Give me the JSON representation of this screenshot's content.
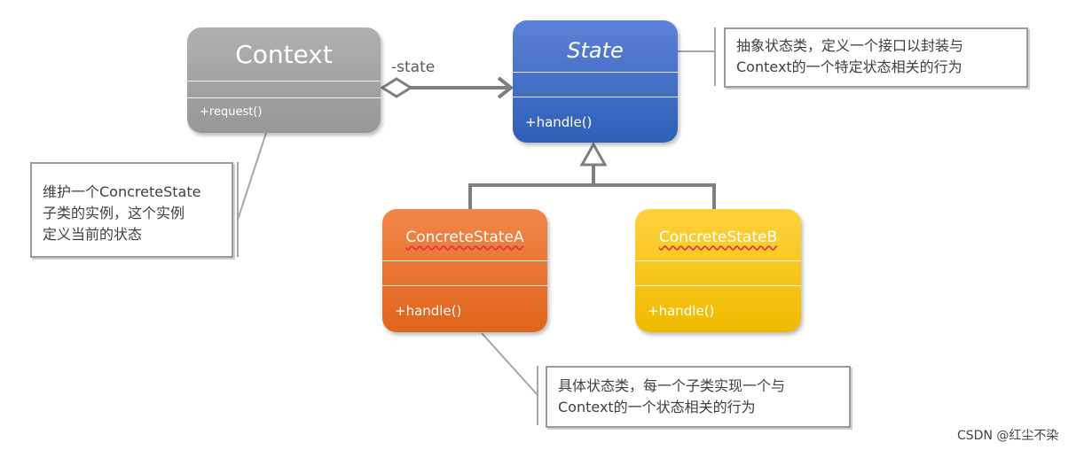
{
  "classes": {
    "context": {
      "name": "Context",
      "operation": "+request()"
    },
    "state": {
      "name": "State",
      "operation": "+handle()"
    },
    "concrete_a": {
      "name": "ConcreteStateA",
      "operation": "+handle()"
    },
    "concrete_b": {
      "name": "ConcreteStateB",
      "operation": "+handle()"
    }
  },
  "association": {
    "role_label": "-state"
  },
  "notes": {
    "state_note": [
      "抽象状态类，定义一个接口以封装与",
      "Context的一个特定状态相关的行为"
    ],
    "context_note": [
      "维护一个ConcreteState",
      "子类的实例，这个实例",
      "定义当前的状态"
    ],
    "concrete_note": [
      "具体状态类，每一个子类实现一个与",
      "Context的一个状态相关的行为"
    ]
  },
  "watermark": "CSDN @红尘不染",
  "colors": {
    "context": "#a6a6a6",
    "state": "#4472c4",
    "concrete_a": "#ed7d31",
    "concrete_b": "#ffc000",
    "connector": "#7f7f7f"
  }
}
